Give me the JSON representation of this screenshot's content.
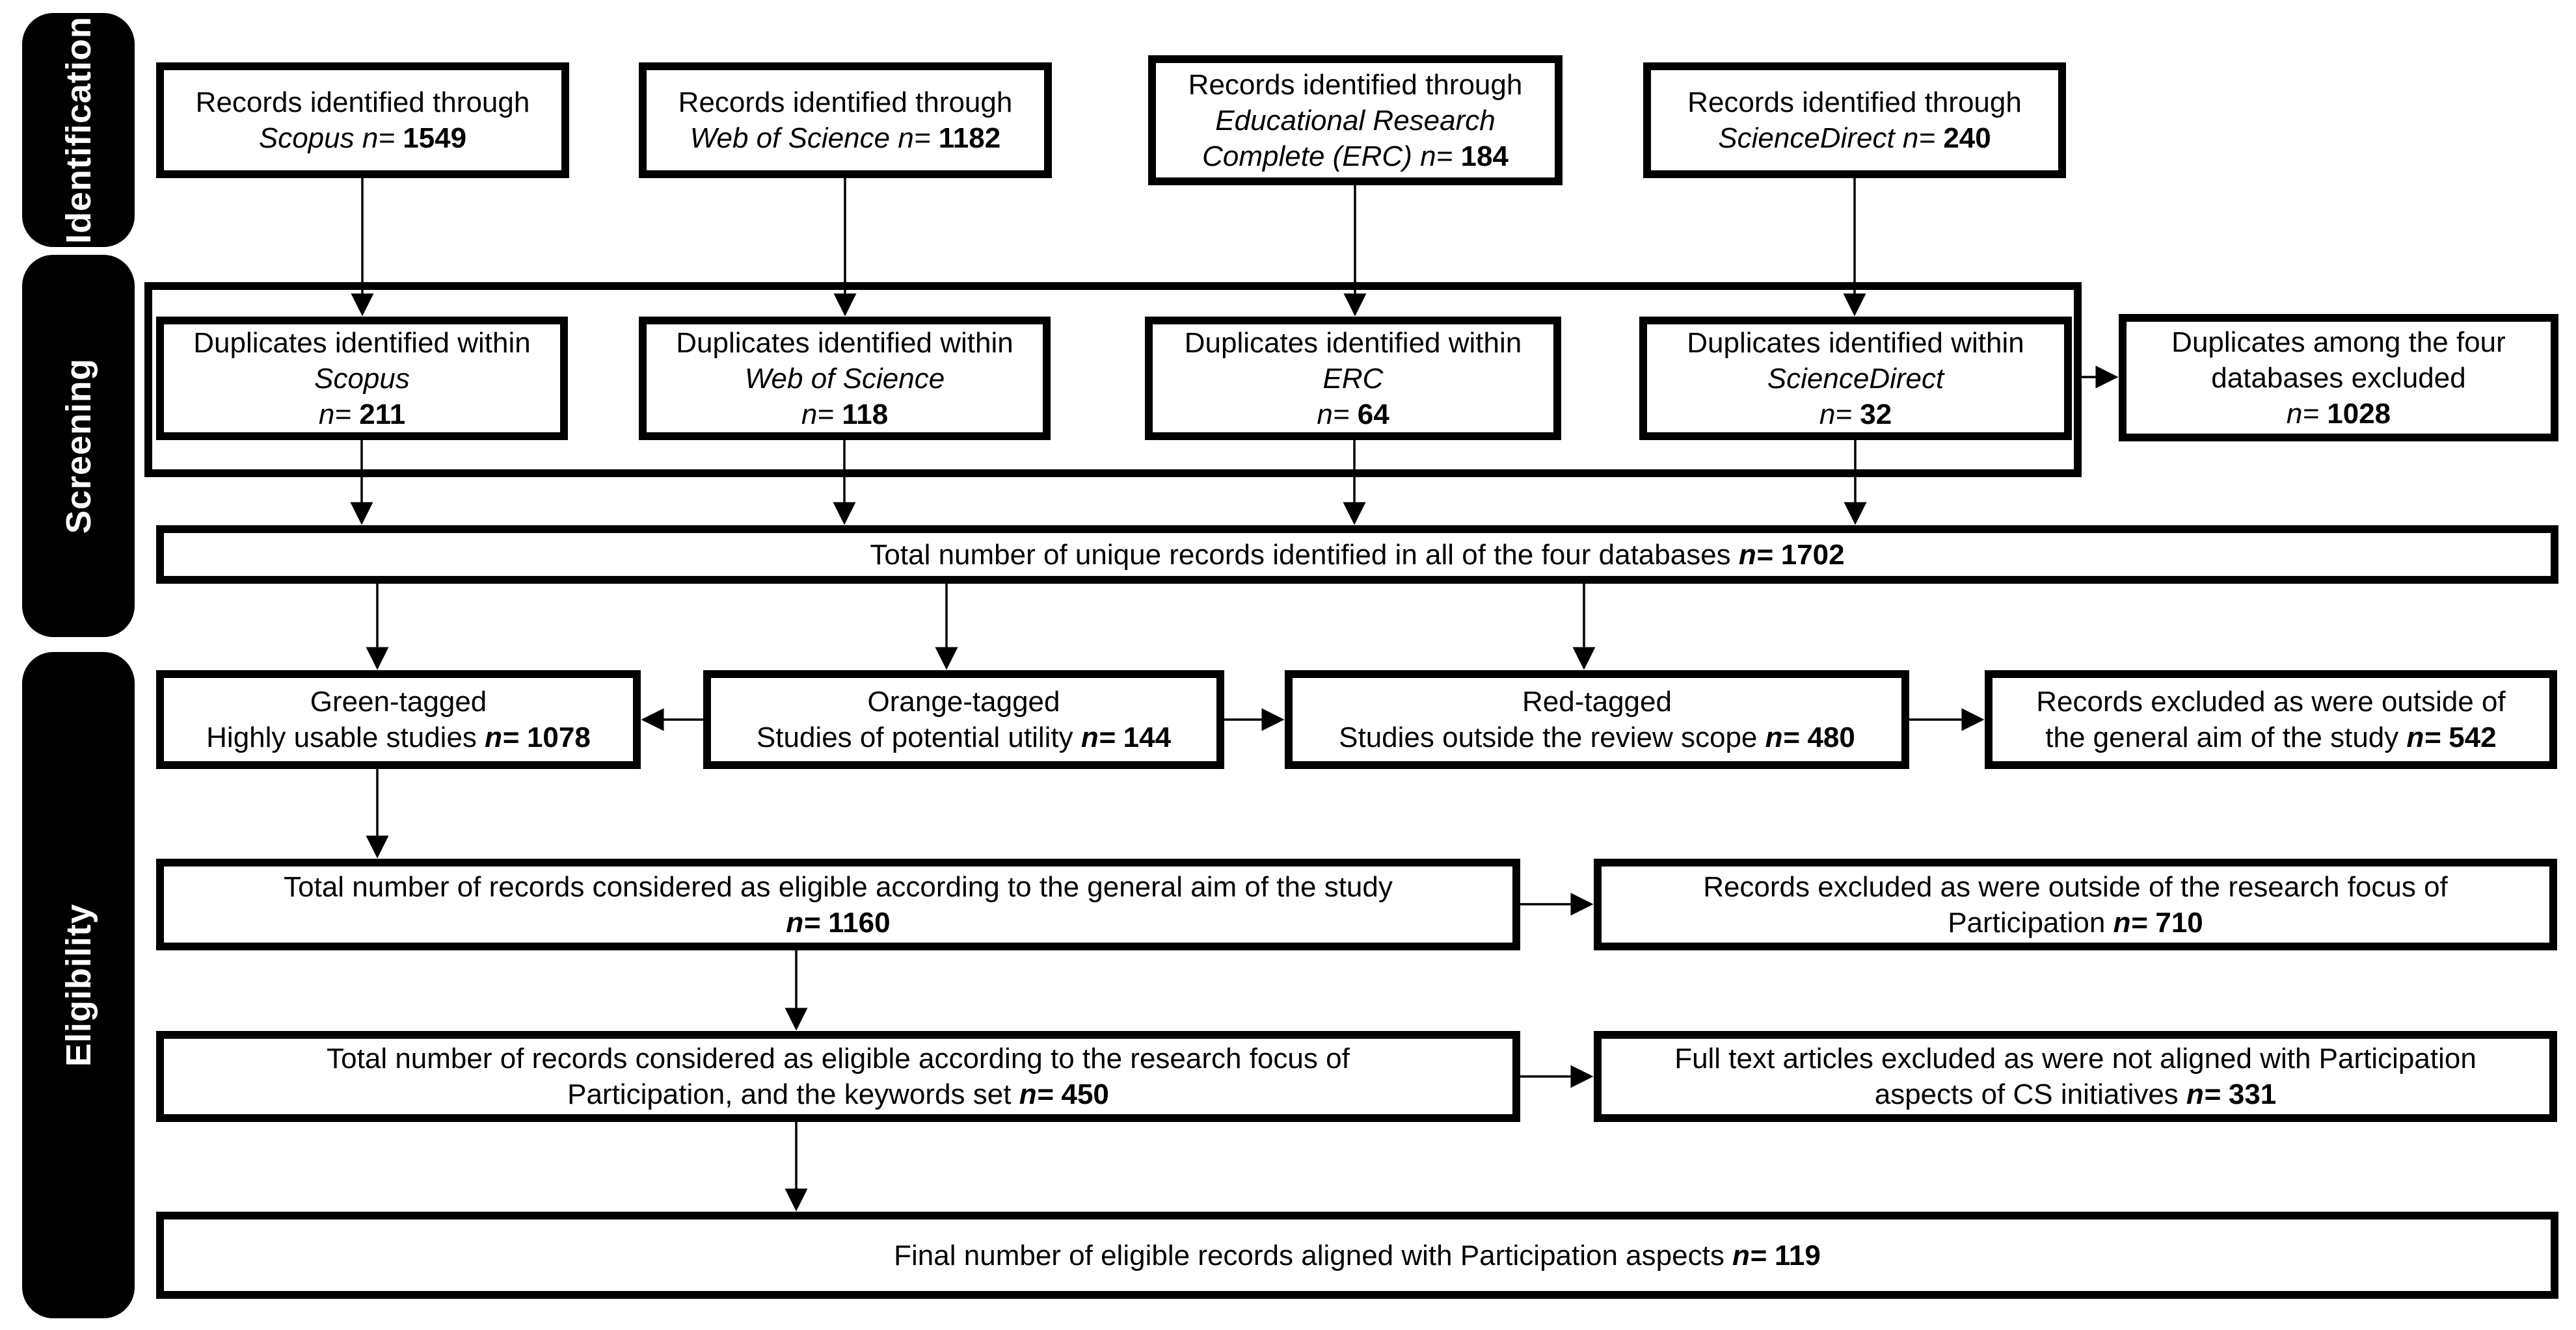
{
  "title": "PRISMA-style record selection flow diagram",
  "colors": {
    "box_border": "#000000",
    "box_fill": "#ffffff",
    "sidebar_fill": "#000000",
    "sidebar_text": "#ffffff",
    "arrow": "#000000"
  },
  "sidebar": {
    "sections": [
      {
        "label": "Identification"
      },
      {
        "label": "Screening"
      },
      {
        "label": "Eligibility"
      }
    ]
  },
  "boxes": {
    "id_scopus": {
      "lines": [
        [
          {
            "t": "Records identified through"
          }
        ],
        [
          {
            "t": "Scopus ",
            "i": 1
          },
          {
            "t": "n= ",
            "i": 1
          },
          {
            "t": "1549",
            "b": 1
          }
        ]
      ]
    },
    "id_wos": {
      "lines": [
        [
          {
            "t": "Records identified through"
          }
        ],
        [
          {
            "t": "Web of Science ",
            "i": 1
          },
          {
            "t": "n= ",
            "i": 1
          },
          {
            "t": "1182",
            "b": 1
          }
        ]
      ]
    },
    "id_erc": {
      "lines": [
        [
          {
            "t": "Records identified through"
          }
        ],
        [
          {
            "t": "Educational Research",
            "i": 1
          }
        ],
        [
          {
            "t": "Complete (ERC) ",
            "i": 1
          },
          {
            "t": "n= ",
            "i": 1
          },
          {
            "t": "184",
            "b": 1
          }
        ]
      ]
    },
    "id_sciencedirect": {
      "lines": [
        [
          {
            "t": "Records identified through"
          }
        ],
        [
          {
            "t": "ScienceDirect ",
            "i": 1
          },
          {
            "t": "n= ",
            "i": 1
          },
          {
            "t": "240",
            "b": 1
          }
        ]
      ]
    },
    "dup_scopus": {
      "lines": [
        [
          {
            "t": "Duplicates identified within"
          }
        ],
        [
          {
            "t": "Scopus",
            "i": 1
          }
        ],
        [
          {
            "t": "n= ",
            "i": 1
          },
          {
            "t": "211",
            "b": 1
          }
        ]
      ]
    },
    "dup_wos": {
      "lines": [
        [
          {
            "t": "Duplicates identified within"
          }
        ],
        [
          {
            "t": "Web of Science",
            "i": 1
          }
        ],
        [
          {
            "t": "n= ",
            "i": 1
          },
          {
            "t": "118",
            "b": 1
          }
        ]
      ]
    },
    "dup_erc": {
      "lines": [
        [
          {
            "t": "Duplicates identified within"
          }
        ],
        [
          {
            "t": "ERC",
            "i": 1
          }
        ],
        [
          {
            "t": "n= ",
            "i": 1
          },
          {
            "t": "64",
            "b": 1
          }
        ]
      ]
    },
    "dup_sciencedirect": {
      "lines": [
        [
          {
            "t": "Duplicates identified within"
          }
        ],
        [
          {
            "t": "ScienceDirect",
            "i": 1
          }
        ],
        [
          {
            "t": "n= ",
            "i": 1
          },
          {
            "t": "32",
            "b": 1
          }
        ]
      ]
    },
    "dup_among_databases": {
      "lines": [
        [
          {
            "t": "Duplicates among the four"
          }
        ],
        [
          {
            "t": "databases excluded"
          }
        ],
        [
          {
            "t": "n= ",
            "i": 1
          },
          {
            "t": "1028",
            "b": 1
          }
        ]
      ]
    },
    "total_unique": {
      "lines": [
        [
          {
            "t": "Total number of unique records identified in all of the four databases  "
          },
          {
            "t": "n= ",
            "i": 1,
            "b": 1
          },
          {
            "t": "1702",
            "b": 1
          }
        ]
      ]
    },
    "green_tagged": {
      "lines": [
        [
          {
            "t": "Green-tagged"
          }
        ],
        [
          {
            "t": "Highly usable studies "
          },
          {
            "t": "n= ",
            "i": 1,
            "b": 1
          },
          {
            "t": "1078",
            "b": 1
          }
        ]
      ]
    },
    "orange_tagged": {
      "lines": [
        [
          {
            "t": "Orange-tagged"
          }
        ],
        [
          {
            "t": "Studies of potential utility "
          },
          {
            "t": "n= ",
            "i": 1,
            "b": 1
          },
          {
            "t": "144",
            "b": 1
          }
        ]
      ]
    },
    "red_tagged": {
      "lines": [
        [
          {
            "t": "Red-tagged"
          }
        ],
        [
          {
            "t": "Studies outside the review scope "
          },
          {
            "t": "n= ",
            "i": 1,
            "b": 1
          },
          {
            "t": "480",
            "b": 1
          }
        ]
      ]
    },
    "excluded_general_aim": {
      "lines": [
        [
          {
            "t": "Records excluded as were outside of"
          }
        ],
        [
          {
            "t": "the general aim of the study "
          },
          {
            "t": "n= ",
            "i": 1,
            "b": 1
          },
          {
            "t": "542",
            "b": 1
          }
        ]
      ]
    },
    "eligible_general_aim": {
      "lines": [
        [
          {
            "t": "Total number of records considered as eligible according to the general aim of the study"
          }
        ],
        [
          {
            "t": "n= ",
            "i": 1,
            "b": 1
          },
          {
            "t": "1160",
            "b": 1
          }
        ]
      ]
    },
    "excluded_research_focus": {
      "lines": [
        [
          {
            "t": "Records excluded as were outside of the research focus of"
          }
        ],
        [
          {
            "t": "Participation "
          },
          {
            "t": "n= ",
            "i": 1,
            "b": 1
          },
          {
            "t": "710",
            "b": 1
          }
        ]
      ]
    },
    "eligible_research_focus": {
      "lines": [
        [
          {
            "t": "Total number of records considered as eligible according to the research focus of"
          }
        ],
        [
          {
            "t": "Participation, and the keywords set "
          },
          {
            "t": "n= ",
            "i": 1,
            "b": 1
          },
          {
            "t": "450",
            "b": 1
          }
        ]
      ]
    },
    "excluded_full_text": {
      "lines": [
        [
          {
            "t": "Full text articles excluded as were not aligned with Participation"
          }
        ],
        [
          {
            "t": "aspects of CS initiatives "
          },
          {
            "t": "n= ",
            "i": 1,
            "b": 1
          },
          {
            "t": "331",
            "b": 1
          }
        ]
      ]
    },
    "final_eligible": {
      "lines": [
        [
          {
            "t": "Final number of eligible records aligned with Participation aspects "
          },
          {
            "t": "n= ",
            "i": 1,
            "b": 1
          },
          {
            "t": "119",
            "b": 1
          }
        ]
      ]
    }
  }
}
